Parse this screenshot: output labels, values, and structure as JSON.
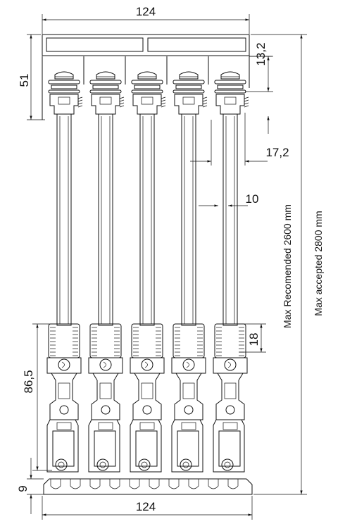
{
  "dimensions": {
    "top_width": "124",
    "bottom_width": "124",
    "left_height": "51",
    "right_top": "13,2",
    "right_mid": "17,2",
    "bar_width": "10",
    "link_height": "18",
    "carriage_height": "86,5",
    "base_height": "9"
  },
  "labels": {
    "max_recommended": "Max Recomended 2600 mm",
    "max_accepted": "Max accepted 2800 mm"
  },
  "rail_count": 5
}
